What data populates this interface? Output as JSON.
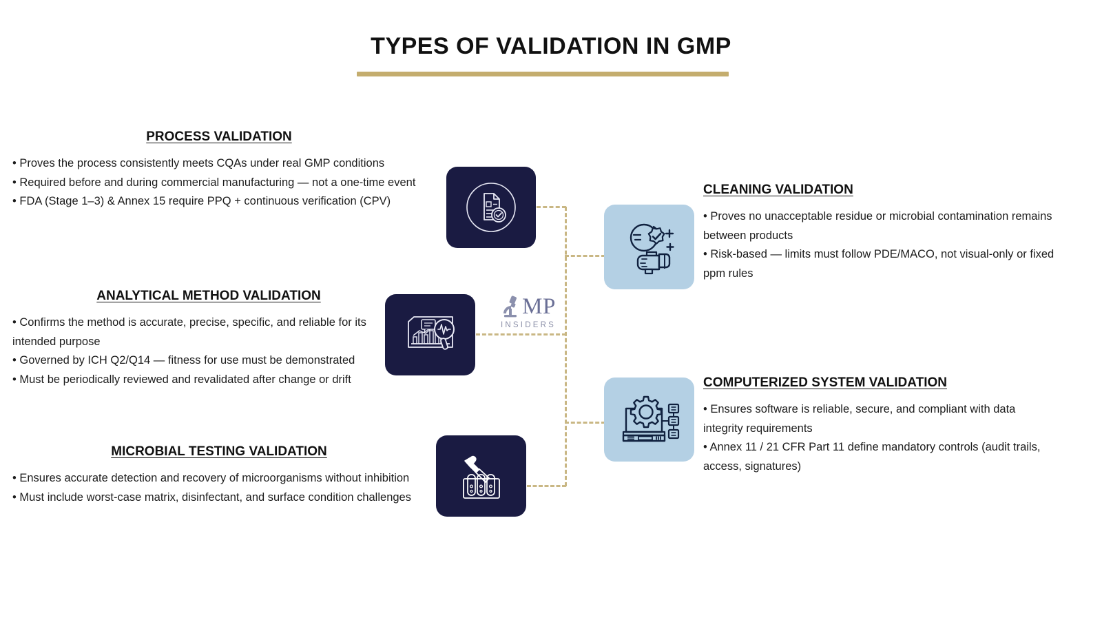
{
  "page": {
    "title": "TYPES OF VALIDATION IN GMP",
    "accent_gold": "#c4ad6e",
    "dashed_line_color": "#c9b784",
    "tile_dark": "#1a1b42",
    "tile_light": "#b4d0e4",
    "background": "#ffffff"
  },
  "watermark": {
    "mark": "MP",
    "subtitle": "INSIDERS",
    "icon": "microscope-icon",
    "color": "#6a6f96"
  },
  "sections": {
    "process": {
      "heading": "PROCESS VALIDATION",
      "icon": "document-check-icon",
      "tile_style": "dark",
      "bullets": [
        "• Proves the process consistently meets CQAs under real GMP conditions",
        " • Required before and during commercial manufacturing — not a one-time event",
        " • FDA (Stage 1–3) & Annex 15 require PPQ + continuous verification (CPV)"
      ]
    },
    "analytical": {
      "heading": "ANALYTICAL METHOD VALIDATION",
      "icon": "chart-magnifier-icon",
      "tile_style": "dark",
      "bullets": [
        "• Confirms the method is accurate, precise, specific, and reliable for its intended purpose",
        " • Governed by ICH Q2/Q14 — fitness for use must be demonstrated",
        " • Must be periodically reviewed and revalidated after change or drift"
      ]
    },
    "microbial": {
      "heading": "MICROBIAL TESTING VALIDATION",
      "icon": "pipette-test-tubes-icon",
      "tile_style": "dark",
      "bullets": [
        "• Ensures accurate detection and recovery of microorganisms without inhibition",
        " • Must include worst-case matrix, disinfectant, and surface condition challenges"
      ]
    },
    "cleaning": {
      "heading": "CLEANING VALIDATION",
      "icon": "hand-polish-sparkle-check-icon",
      "tile_style": "light",
      "bullets": [
        "• Proves no unacceptable residue or microbial contamination remains between products",
        " • Risk-based — limits must follow PDE/MACO, not visual-only or fixed ppm rules"
      ]
    },
    "computerized": {
      "heading": "COMPUTERIZED SYSTEM VALIDATION",
      "icon": "monitor-gear-network-icon",
      "tile_style": "light",
      "bullets": [
        "• Ensures software is reliable, secure, and compliant with data integrity requirements",
        " • Annex 11 / 21 CFR Part 11 define mandatory controls (audit trails, access, signatures)"
      ]
    }
  }
}
